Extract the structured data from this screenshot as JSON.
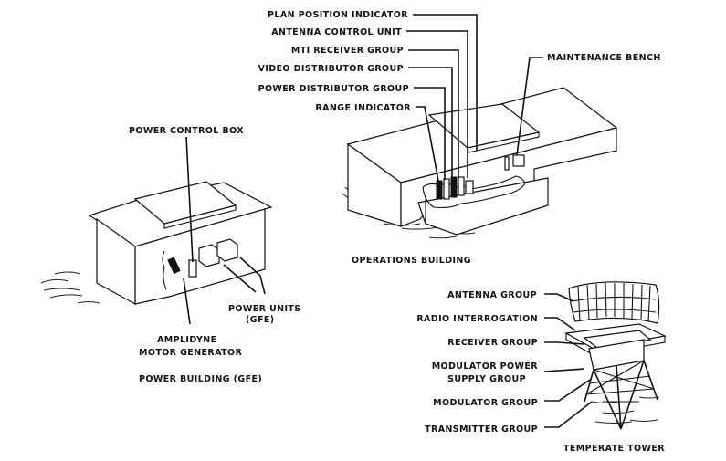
{
  "diagram": {
    "ink_color": "#111111",
    "background": "#ffffff",
    "operations_building": {
      "title": "OPERATIONS BUILDING",
      "callouts": [
        "PLAN POSITION INDICATOR",
        "ANTENNA CONTROL UNIT",
        "MTI RECEIVER GROUP",
        "VIDEO DISTRIBUTOR GROUP",
        "POWER DISTRIBUTOR GROUP",
        "RANGE INDICATOR"
      ],
      "maintenance_label": "MAINTENANCE BENCH"
    },
    "power_building": {
      "title": "POWER BUILDING (GFE)",
      "control_box_label": "POWER CONTROL BOX",
      "power_units_label_line1": "POWER UNITS",
      "power_units_label_line2": "(GFE)",
      "generator_label_line1": "AMPLIDYNE",
      "generator_label_line2": "MOTOR GENERATOR"
    },
    "tower": {
      "title": "TEMPERATE TOWER",
      "callouts": [
        "ANTENNA GROUP",
        "RADIO INTERROGATION",
        "RECEIVER GROUP",
        "MODULATOR POWER",
        "SUPPLY GROUP",
        "MODULATOR GROUP",
        "TRANSMITTER GROUP"
      ]
    }
  }
}
